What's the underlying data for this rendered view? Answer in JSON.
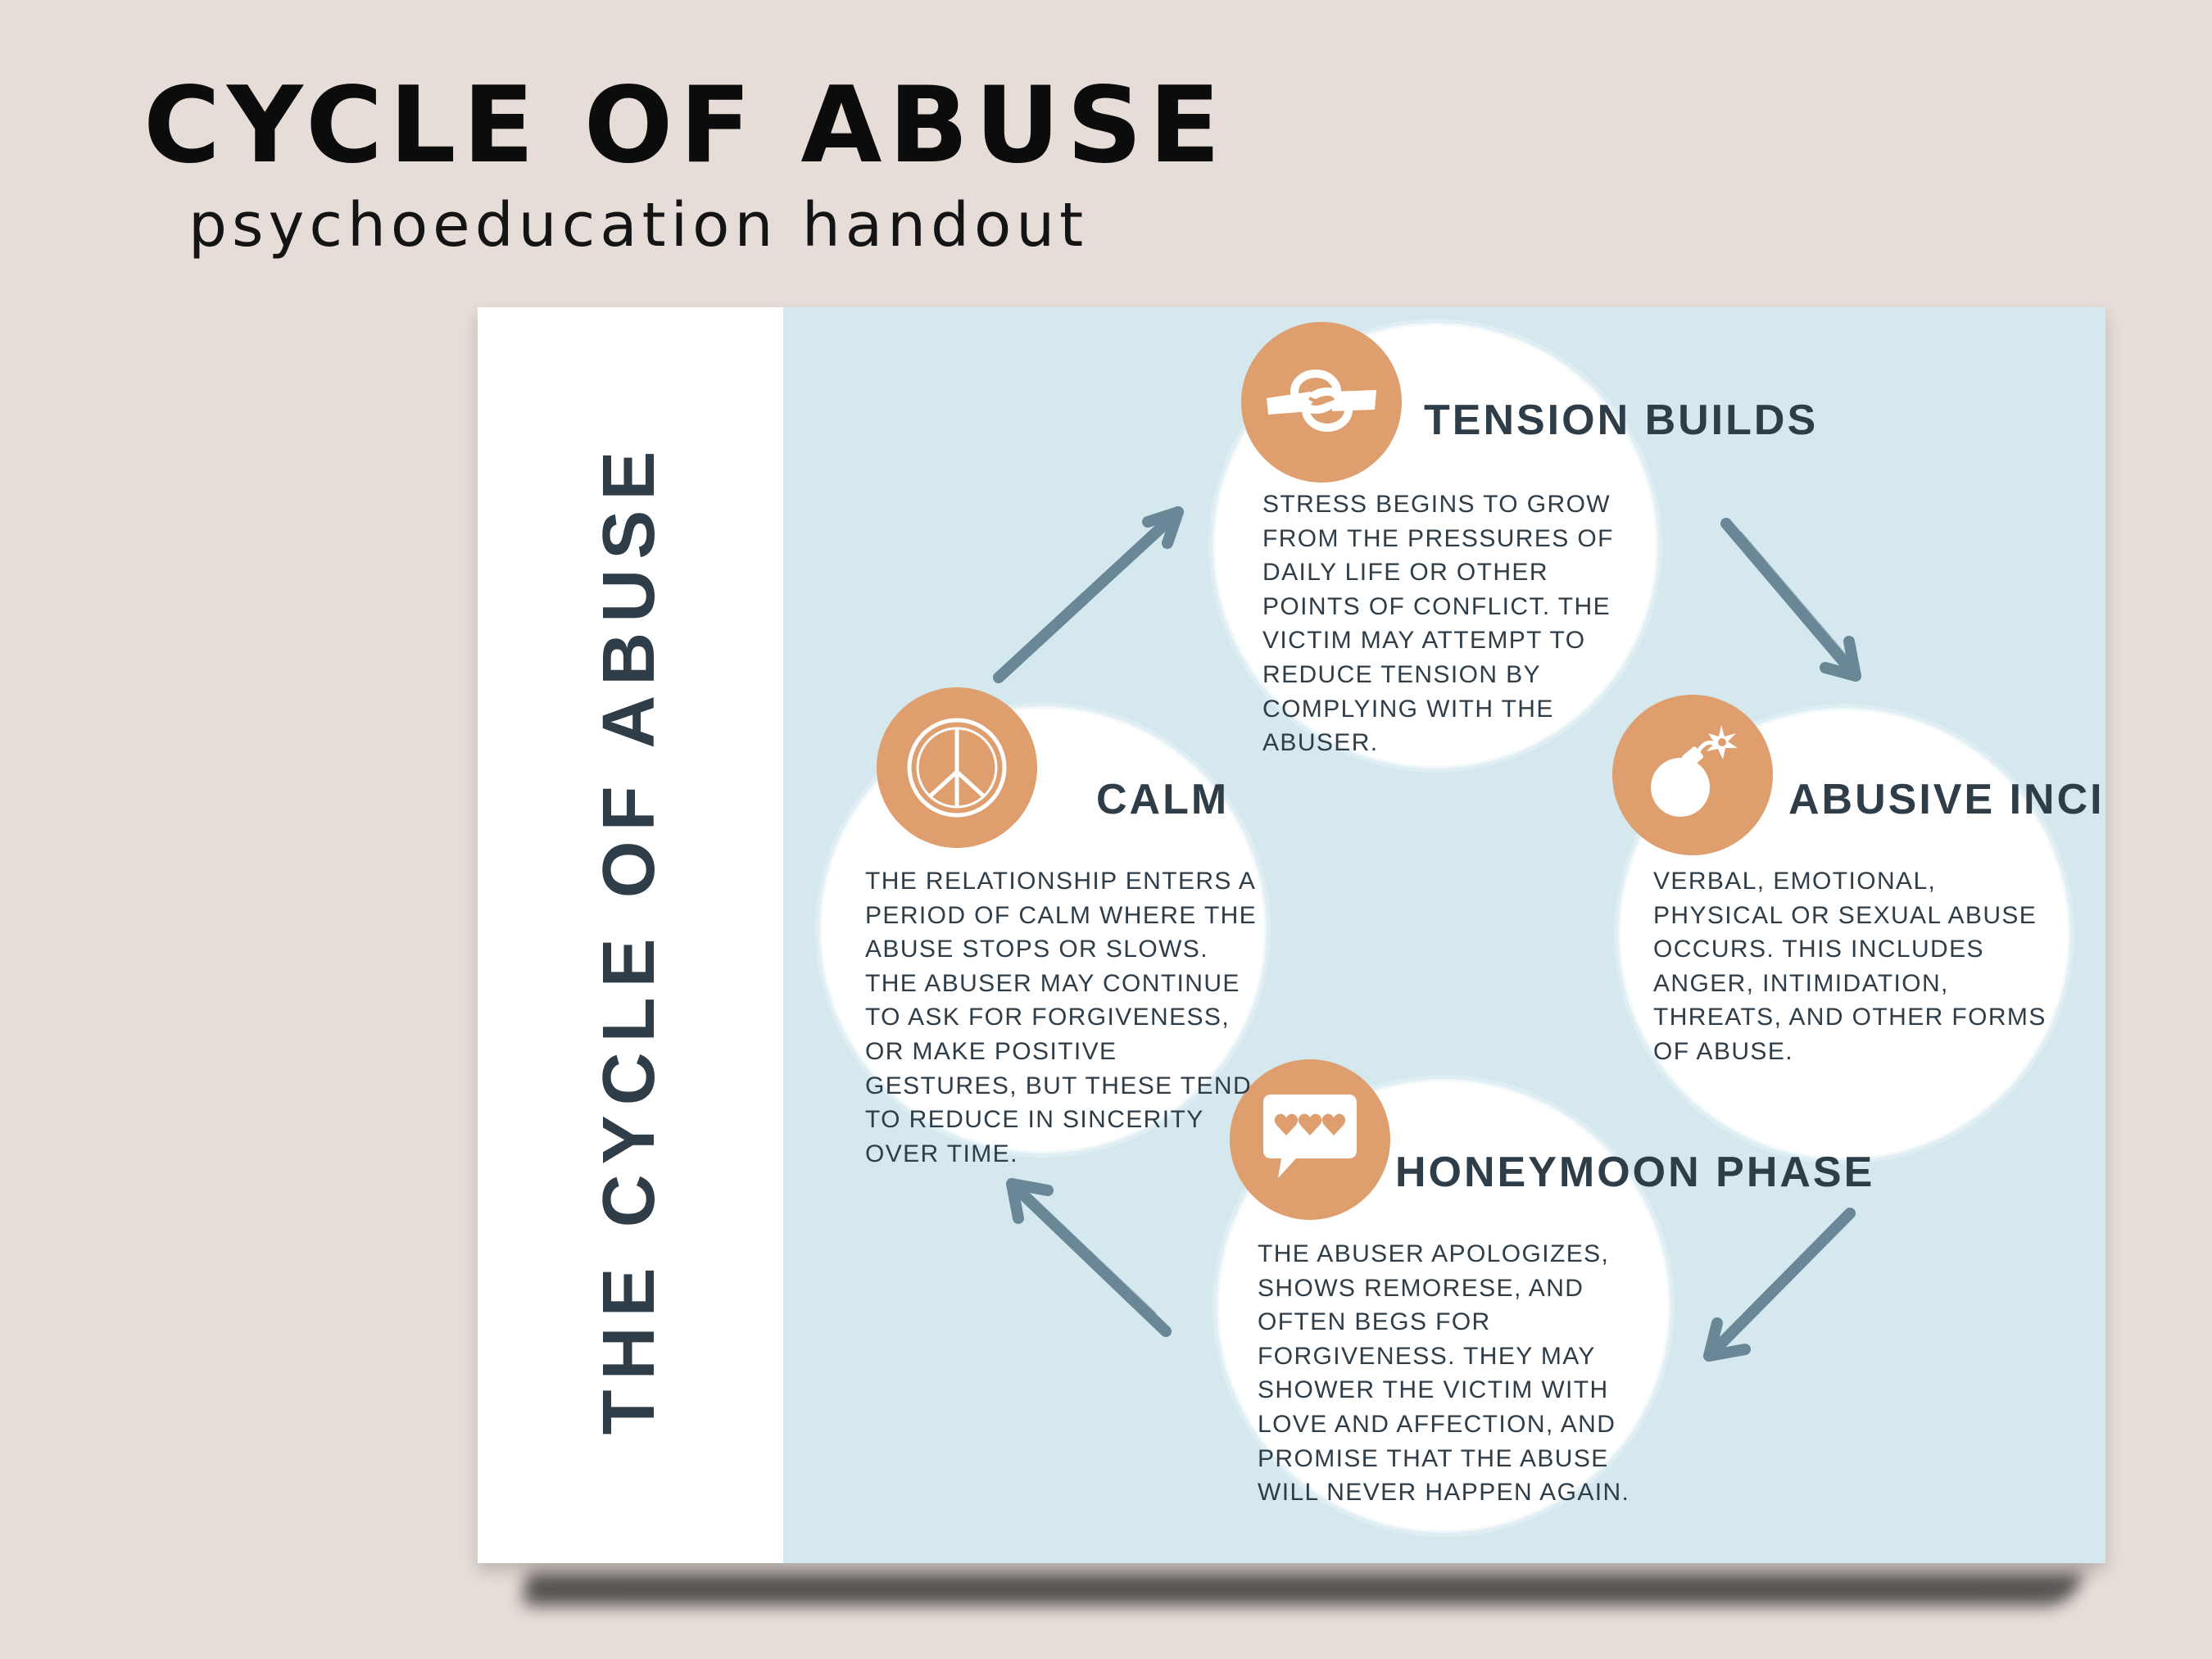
{
  "header": {
    "title": "CYCLE OF ABUSE",
    "subtitle": "psychoeducation handout"
  },
  "card": {
    "side_title": "THE CYCLE OF ABUSE"
  },
  "colors": {
    "background": "#e6ddd8",
    "card_bg": "#d4e8ee",
    "accent_orange": "#df9e6e",
    "arrow_blue": "#6a8797",
    "text_dark": "#2e3d48"
  },
  "stages": {
    "tension": {
      "heading": "TENSION BUILDS",
      "icon": "knot-icon",
      "body": "STRESS BEGINS TO GROW FROM THE PRESSURES OF DAILY LIFE OR OTHER POINTS OF CONFLICT. THE VICTIM MAY ATTEMPT TO REDUCE TENSION BY COMPLYING WITH THE ABUSER."
    },
    "incident": {
      "heading": "ABUSIVE INCIDENT",
      "icon": "bomb-icon",
      "body": "VERBAL, EMOTIONAL, PHYSICAL OR SEXUAL ABUSE OCCURS. THIS INCLUDES ANGER, INTIMIDATION, THREATS, AND OTHER FORMS OF ABUSE."
    },
    "honeymoon": {
      "heading": "HONEYMOON PHASE",
      "icon": "hearts-message-icon",
      "body": "THE ABUSER APOLOGIZES, SHOWS REMORESE, AND OFTEN BEGS FOR FORGIVENESS. THEY MAY SHOWER THE VICTIM WITH LOVE AND AFFECTION, AND PROMISE THAT THE ABUSE WILL NEVER HAPPEN AGAIN."
    },
    "calm": {
      "heading": "CALM",
      "icon": "peace-icon",
      "body": "THE RELATIONSHIP ENTERS A PERIOD OF CALM WHERE THE ABUSE STOPS OR SLOWS. THE ABUSER MAY CONTINUE TO ASK FOR FORGIVENESS, OR MAKE POSITIVE GESTURES, BUT THESE TEND TO REDUCE IN SINCERITY OVER TIME."
    }
  }
}
